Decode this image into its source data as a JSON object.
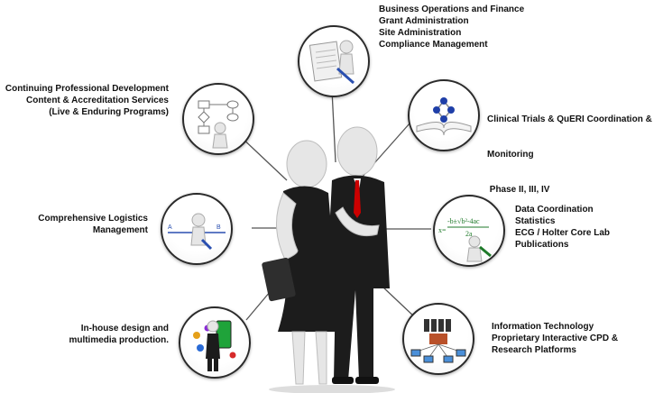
{
  "labels": {
    "top": [
      "Business Operations and Finance",
      "Grant Administration",
      "Site Administration",
      "Compliance Management"
    ],
    "upper_left": [
      "Continuing Professional Development",
      "Content & Accreditation Services",
      "(Live & Enduring Programs)"
    ],
    "upper_right": [
      "Clinical Trials & QuERI Coordination &",
      "Monitoring",
      " Phase II, III, IV"
    ],
    "mid_left": [
      "Comprehensive Logistics",
      "Management"
    ],
    "mid_right": [
      "Data Coordination",
      "Statistics",
      "ECG / Holter Core Lab",
      "Publications"
    ],
    "lower_left": [
      "In-house design and",
      "multimedia production."
    ],
    "lower_right": [
      "Information Technology",
      "Proprietary Interactive CPD &",
      "Research Platforms"
    ]
  },
  "colors": {
    "line": "#555555",
    "circle_border": "#2a2a2a",
    "figure_body": "#e6e6e6",
    "suit": "#1c1c1c",
    "tie": "#cc0000"
  },
  "icons": {
    "top": "contract-signing-figure-icon",
    "upper_left": "flowchart-figure-icon",
    "upper_right": "molecule-book-icon",
    "mid_left": "measuring-line-figure-icon",
    "mid_right": "equation-figure-icon",
    "lower_left": "smartphone-apps-figure-icon",
    "lower_right": "computer-network-icon",
    "center": "business-couple-figure"
  }
}
